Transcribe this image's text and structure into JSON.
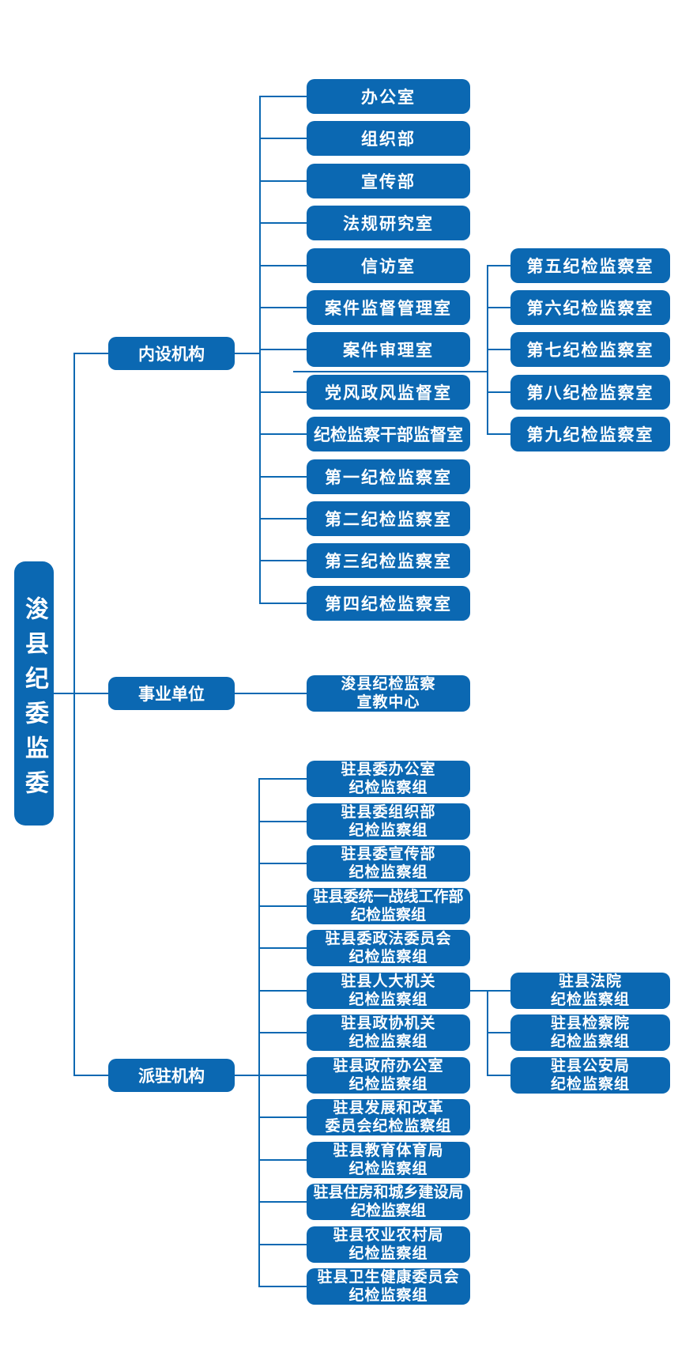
{
  "root": {
    "label": "浚县纪委监委"
  },
  "sections": {
    "internal": {
      "label": "内设机构",
      "children": [
        "办公室",
        "组织部",
        "宣传部",
        "法规研究室",
        "信访室",
        "案件监督管理室",
        "案件审理室",
        "党风政风监督室",
        "纪检监察干部监督室",
        "第一纪检监察室",
        "第二纪检监察室",
        "第三纪检监察室",
        "第四纪检监察室"
      ],
      "sub_children": [
        "第五纪检监察室",
        "第六纪检监察室",
        "第七纪检监察室",
        "第八纪检监察室",
        "第九纪检监察室"
      ]
    },
    "institutions": {
      "label": "事业单位",
      "children": [
        "浚县纪检监察\n宣教中心"
      ]
    },
    "dispatched": {
      "label": "派驻机构",
      "children": [
        "驻县委办公室\n纪检监察组",
        "驻县委组织部\n纪检监察组",
        "驻县委宣传部\n纪检监察组",
        "驻县委统一战线工作部\n纪检监察组",
        "驻县委政法委员会\n纪检监察组",
        "驻县人大机关\n纪检监察组",
        "驻县政协机关\n纪检监察组",
        "驻县政府办公室\n纪检监察组",
        "驻县发展和改革\n委员会纪检监察组",
        "驻县教育体育局\n纪检监察组",
        "驻县住房和城乡建设局\n纪检监察组",
        "驻县农业农村局\n纪检监察组",
        "驻县卫生健康委员会\n纪检监察组"
      ],
      "sub_children": [
        "驻县法院\n纪检监察组",
        "驻县检察院\n纪检监察组",
        "驻县公安局\n纪检监察组"
      ]
    }
  },
  "colors": {
    "node_blue": "#0b68b2",
    "line_blue": "#0b68b2",
    "text": "#ffffff"
  }
}
